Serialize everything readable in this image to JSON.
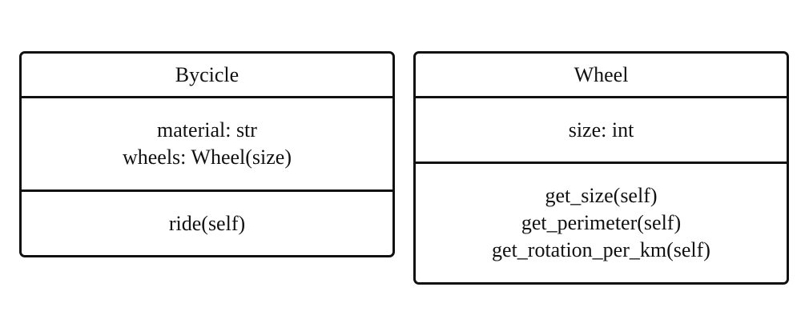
{
  "classes": [
    {
      "name": "Bycicle",
      "attributes": [
        "material: str",
        "wheels: Wheel(size)"
      ],
      "methods": [
        "ride(self)"
      ]
    },
    {
      "name": "Wheel",
      "attributes": [
        "size: int"
      ],
      "methods": [
        "get_size(self)",
        "get_perimeter(self)",
        "get_rotation_per_km(self)"
      ]
    }
  ]
}
